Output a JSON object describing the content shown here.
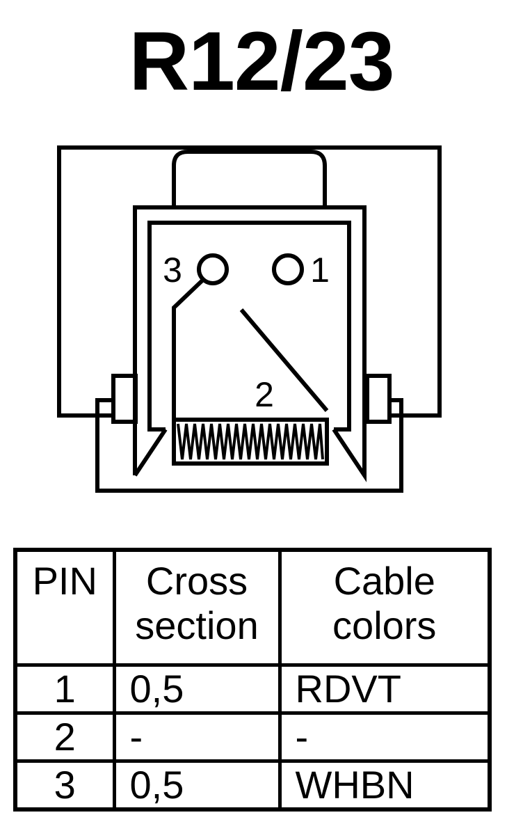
{
  "title": "R12/23",
  "diagram": {
    "pin_labels": [
      "3",
      "1",
      "2"
    ]
  },
  "table": {
    "headers": [
      "PIN",
      "Cross section",
      "Cable colors"
    ],
    "rows": [
      {
        "pin": "1",
        "cross_section": "0,5",
        "color": "RDVT"
      },
      {
        "pin": "2",
        "cross_section": "-",
        "color": "-"
      },
      {
        "pin": "3",
        "cross_section": "0,5",
        "color": "WHBN"
      }
    ]
  }
}
